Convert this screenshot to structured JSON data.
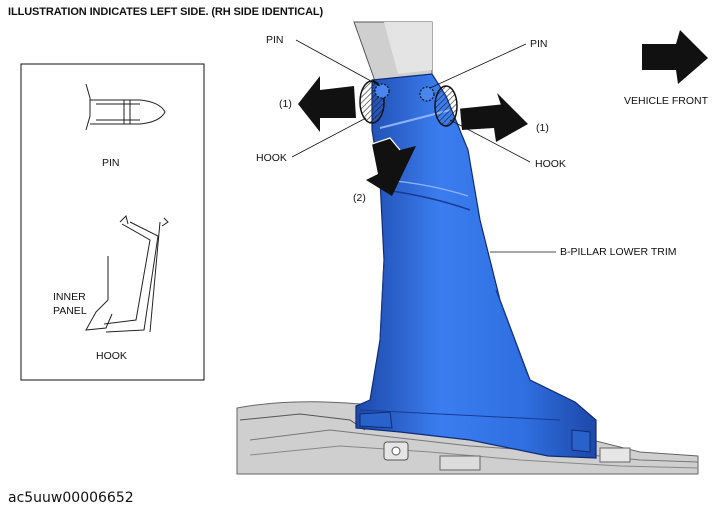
{
  "header": {
    "title": "ILLUSTRATION INDICATES LEFT SIDE. (RH SIDE IDENTICAL)"
  },
  "footer": {
    "image_code": "ac5uuw00006652"
  },
  "inset": {
    "pin_label": "PIN",
    "inner_panel_label_line1": "INNER",
    "inner_panel_label_line2": "PANEL",
    "hook_label": "HOOK"
  },
  "callouts": {
    "pin_left": "PIN",
    "pin_right": "PIN",
    "hook_left": "HOOK",
    "hook_right": "HOOK",
    "step_1_left": "(1)",
    "step_1_right": "(1)",
    "step_2": "(2)",
    "b_pillar": "B-PILLAR LOWER TRIM",
    "vehicle_front": "VEHICLE FRONT"
  },
  "colors": {
    "trim_blue": "#2f6fe0",
    "trim_dark": "#1d48a8",
    "trim_light": "#6f9cf0",
    "arrow_black": "#111111",
    "frame_gray": "#b9b9b9"
  }
}
